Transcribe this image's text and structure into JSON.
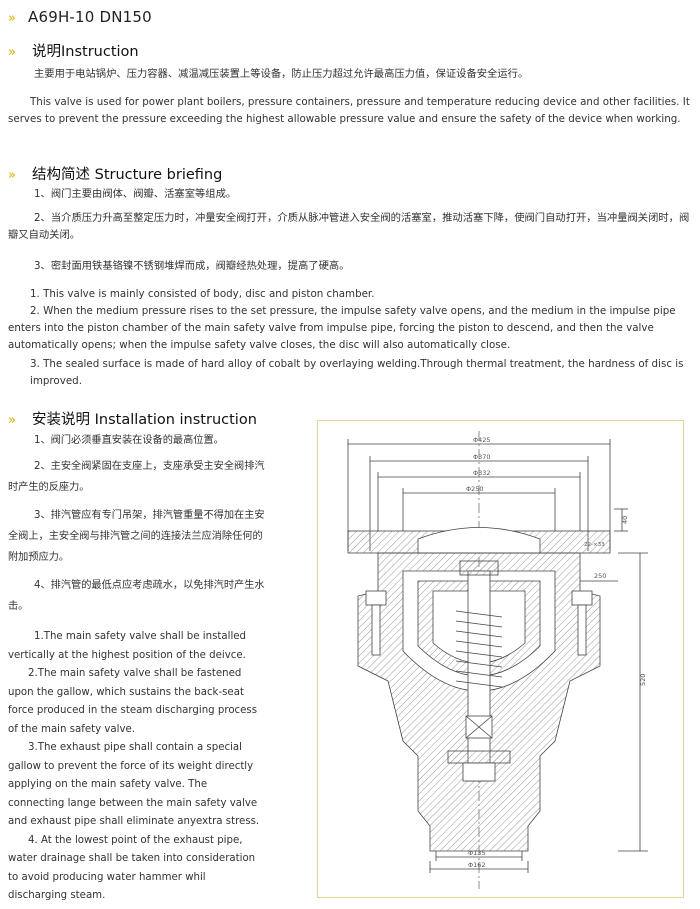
{
  "title": "A69H-10 DN150",
  "sections": {
    "instruction": {
      "heading": "说明Instruction",
      "cn": "主要用于电站锅炉、压力容器、减温减压装置上等设备，防止压力超过允许最高压力值，保证设备安全运行。",
      "en": "This valve is used for power plant boilers, pressure containers, pressure and temperature reducing device and other facilities. It serves to prevent the pressure exceeding the highest allowable pressure value and ensure the safety of the device when working."
    },
    "structure": {
      "heading": "结构简述 Structure briefing",
      "cn": [
        "1、阀门主要由阀体、阀瓣、活塞室等组成。",
        "2、当介质压力升高至整定压力时，冲量安全阀打开，介质从脉冲管进入安全阀的活塞室，推动活塞下降，使阀门自动打开，当冲量阀关闭时，阀瓣又自动关闭。",
        "3、密封面用铁基铬镍不锈钢堆焊而成，阀瓣经热处理，提高了硬高。"
      ],
      "en": [
        "1. This valve is mainly consisted of body, disc and piston chamber.",
        "2. When the medium pressure rises to the set pressure, the impulse safety valve opens, and the medium in the impulse pipe enters into the piston chamber of the main safety valve from impulse pipe, forcing the piston to descend, and then the valve automatically opens; when the impulse safety valve closes, the disc will also automatically close.",
        "3. The sealed surface is made of hard alloy of cobalt by overlaying welding.Through thermal treatment, the hardness of disc is improved."
      ]
    },
    "installation": {
      "heading": "安装说明 Installation instruction",
      "cn": [
        "1、阀门必须垂直安装在设备的最高位置。",
        "2、主安全阀紧固在支座上，支座承受主安全阀排汽时产生的反座力。",
        "3、排汽管应有专门吊架，排汽管重量不得加在主安全阀上，主安全阀与排汽管之间的连接法兰应消除任何的附加预应力。",
        "4、排汽管的最低点应考虑疏水，以免排汽时产生水击。"
      ],
      "en": [
        "1.The main safety valve shall be installed vertically at the highest position of the deivce.",
        "2.The main safety  valve shall be fastened upon the gallow, which sustains the back-seat force produced in the steam discharging process of the main safety valve.",
        "3.The exhaust pipe shall contain a special gallow to prevent the force of its weight directly applying on the main safety valve. The connecting lange between the main safety valve and exhaust pipe shall eliminate anyextra stress.",
        "4. At the lowest point of the exhaust pipe, water drainage shall be taken into consideration to avoid producing water hammer whil discharging steam."
      ]
    }
  },
  "drawing": {
    "dims": {
      "d425": "Φ425",
      "d370": "Φ370",
      "d332": "Φ332",
      "d250": "Φ250",
      "h40": "40",
      "bolt": "22-×33",
      "w250": "250",
      "h520": "520",
      "d135": "Φ135",
      "d162": "Φ162"
    },
    "colors": {
      "line": "#444444",
      "hatch": "#888888",
      "frame": "#e6d49a",
      "accent": "#e0a800"
    }
  }
}
